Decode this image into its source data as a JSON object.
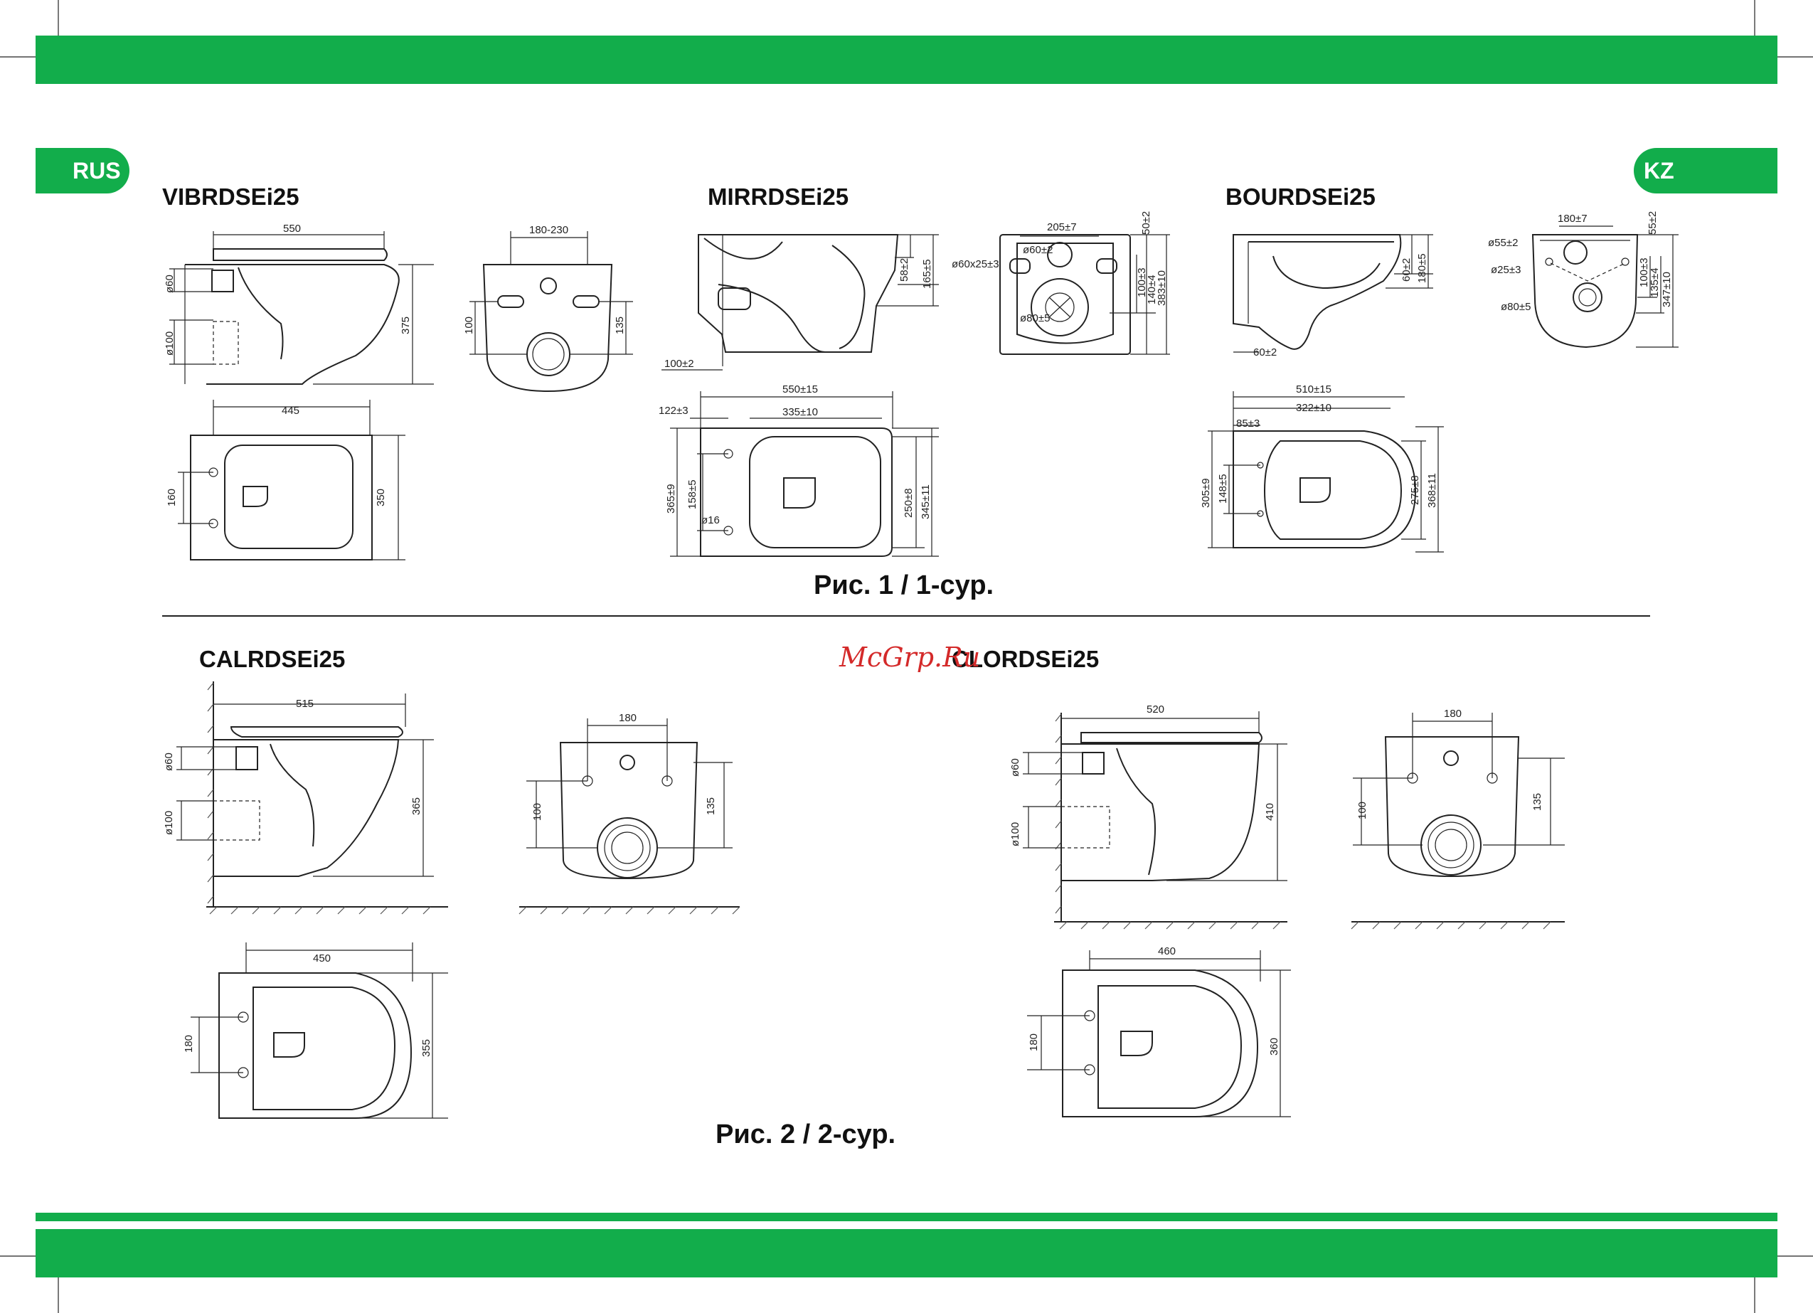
{
  "colors": {
    "brand_green": "#12ad4b",
    "line": "#222222",
    "watermark": "#d42a2a"
  },
  "lang_tabs": {
    "left": "RUS",
    "right": "KZ"
  },
  "models": {
    "vib": "VIBRDSEi25",
    "mir": "MIRRDSEi25",
    "bou": "BOURDSEi25",
    "cal": "CALRDSEi25",
    "clo": "CLORDSEi25"
  },
  "captions": {
    "fig1": "Рис. 1 / 1-сур.",
    "fig2": "Рис. 2 / 2-сур."
  },
  "watermark": "McGrp.Ru",
  "dims": {
    "vib": {
      "len": "550",
      "d60": "ø60",
      "d100": "ø100",
      "h": "375",
      "rear_w": "180-230",
      "rear_100": "100",
      "rear_135": "135",
      "top_w": "445",
      "top_160": "160",
      "top_350": "350"
    },
    "mir": {
      "h58": "58±2",
      "h165": "165±5",
      "off100": "100±2",
      "d60x25": "ø60x25±3",
      "w205": "205±7",
      "d60": "ø60±2",
      "h50": "50±2",
      "h100": "100±3",
      "h140": "140±4",
      "h383": "383±10",
      "d80": "ø80±5",
      "len": "550±15",
      "a122": "122±3",
      "a335": "335±10",
      "v365": "365±9",
      "v158": "158±5",
      "d16": "ø16",
      "v250": "250±8",
      "v345": "345±11"
    },
    "bou": {
      "h60": "60±2",
      "h180": "180±5",
      "off60": "60±2",
      "w180": "180±7",
      "h55": "55±2",
      "d55": "ø55±2",
      "d25": "ø25±3",
      "h100": "100±3",
      "h135": "135±4",
      "h347": "347±10",
      "d80": "ø80±5",
      "len": "510±15",
      "a322": "322±10",
      "a85": "85±3",
      "v305": "305±9",
      "v148": "148±5",
      "v275": "275±8",
      "v368": "368±11"
    },
    "cal": {
      "len": "515",
      "d60": "ø60",
      "d100": "ø100",
      "h": "365",
      "rear_w": "180",
      "rear_100": "100",
      "rear_135": "135",
      "top_w": "450",
      "top_180": "180",
      "top_355": "355"
    },
    "clo": {
      "len": "520",
      "d60": "ø60",
      "d100": "ø100",
      "h": "410",
      "rear_w": "180",
      "rear_100": "100",
      "rear_135": "135",
      "top_w": "460",
      "top_180": "180",
      "top_360": "360"
    }
  }
}
